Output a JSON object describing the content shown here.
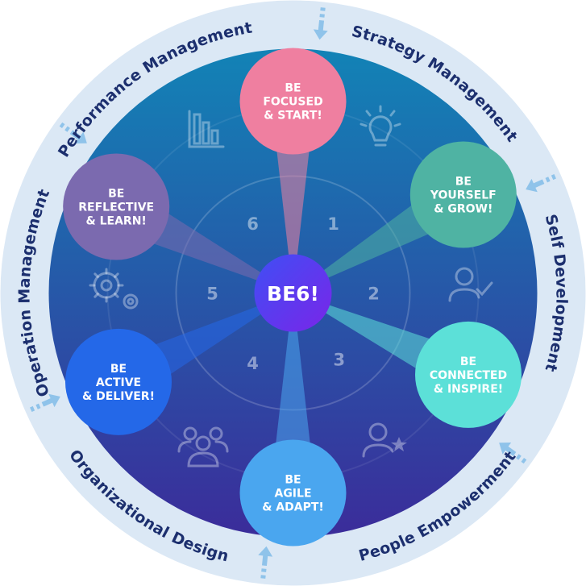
{
  "center_label": "BE6!",
  "ring_labels": [
    "Performance Management",
    "Strategy Management",
    "Self Development",
    "People Empowerment",
    "Organizational Design",
    "Operation Management"
  ],
  "sectors": [
    {
      "number": "1",
      "lines": [
        "BE",
        "FOCUSED",
        "& START!"
      ],
      "color": "#ef7fa0",
      "icon": "lightbulb-icon"
    },
    {
      "number": "2",
      "lines": [
        "BE",
        "YOURSELF",
        "& GROW!"
      ],
      "color": "#4fb3a3",
      "icon": "person-check-icon"
    },
    {
      "number": "3",
      "lines": [
        "BE",
        "CONNECTED",
        "& INSPIRE!"
      ],
      "color": "#5ce0d8",
      "icon": "person-star-icon"
    },
    {
      "number": "4",
      "lines": [
        "BE",
        "AGILE",
        "& ADAPT!"
      ],
      "color": "#4aa6ef",
      "icon": "team-icon"
    },
    {
      "number": "5",
      "lines": [
        "BE",
        "ACTIVE",
        "& DELIVER!"
      ],
      "color": "#2468e8",
      "icon": "gears-icon"
    },
    {
      "number": "6",
      "lines": [
        "BE",
        "REFLECTIVE",
        "& LEARN!"
      ],
      "color": "#7b6aaf",
      "icon": "bar-chart-icon"
    }
  ],
  "colors": {
    "outer_ring": "#dbe8f5",
    "disc_top": "#1283b6",
    "disc_bottom": "#3b2c9a",
    "center_bubble": "#6c2ff0",
    "ring_text": "#1c2f6e",
    "arrow": "#8fc3ea"
  }
}
